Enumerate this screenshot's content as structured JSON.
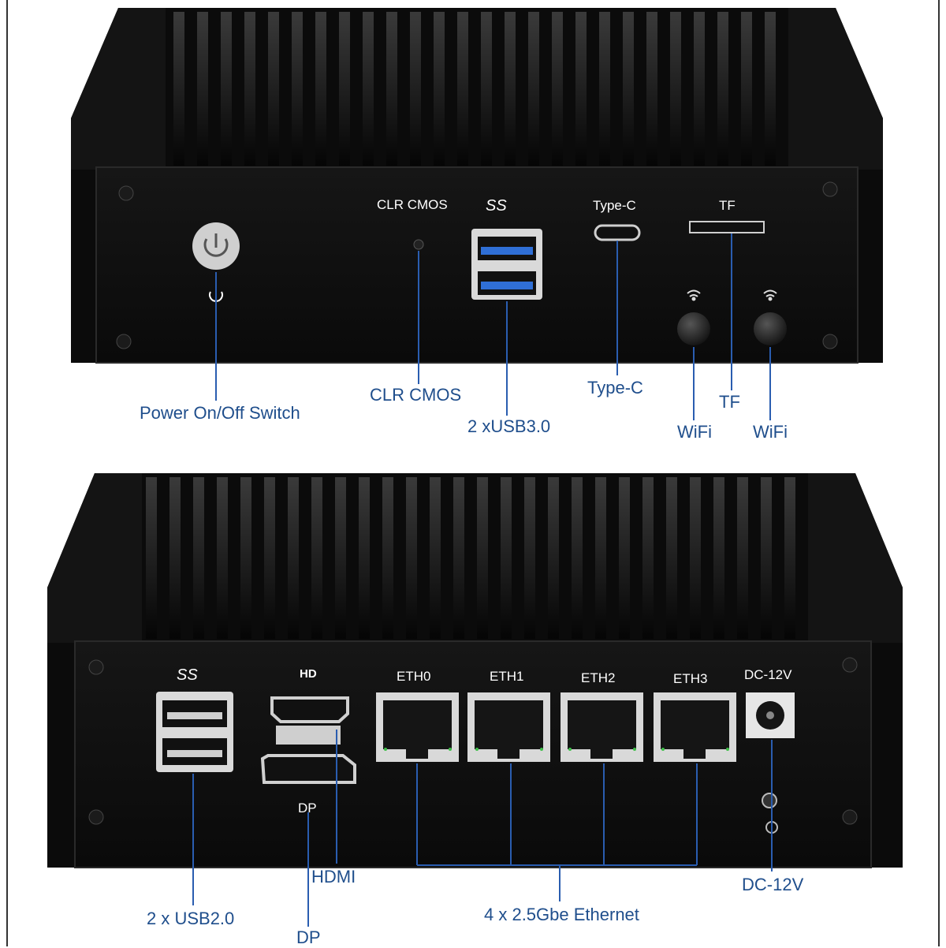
{
  "front_panel": {
    "port_labels": {
      "clr_cmos": "CLR CMOS",
      "type_c": "Type-C",
      "tf": "TF",
      "usb_ss": "SS"
    },
    "callouts": {
      "power": "Power On/Off Switch",
      "clr_cmos": "CLR CMOS",
      "usb3": "2 xUSB3.0",
      "type_c": "Type-C",
      "tf": "TF",
      "wifi_left": "WiFi",
      "wifi_right": "WiFi"
    }
  },
  "rear_panel": {
    "port_labels": {
      "usb_ss": "SS",
      "hd": "HD",
      "eth0": "ETH0",
      "eth1": "ETH1",
      "eth2": "ETH2",
      "eth3": "ETH3",
      "dc": "DC-12V",
      "dp": "DP"
    },
    "callouts": {
      "usb2": "2 x USB2.0",
      "hdmi": "HDMI",
      "dp": "DP",
      "ethernet": "4 x 2.5Gbe Ethernet",
      "dc": "DC-12V"
    }
  },
  "colors": {
    "callout_text": "#1f4e8c",
    "callout_line": "#2a5db0",
    "chassis": "#0c0c0c",
    "usb3_blue": "#2f6fd6"
  }
}
